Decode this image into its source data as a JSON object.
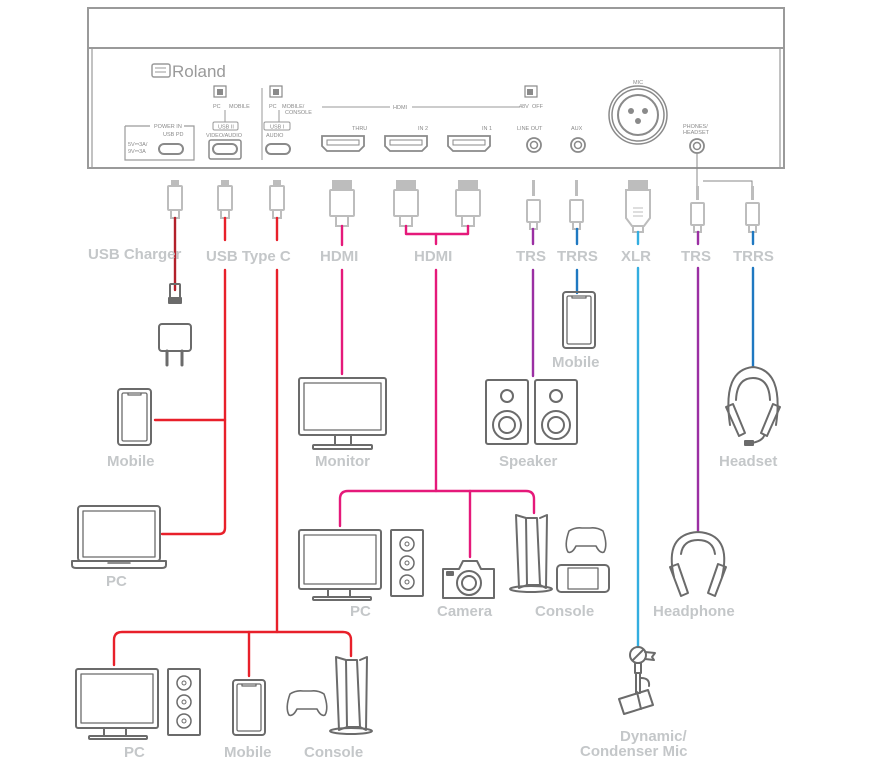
{
  "device": {
    "brand": "Roland",
    "switches": [
      {
        "id": "usb2",
        "options": [
          "PC",
          "MOBILE"
        ]
      },
      {
        "id": "usb1",
        "options": [
          "PC",
          "MOBILE/",
          "CONSOLE"
        ]
      },
      {
        "id": "phantom",
        "options": [
          "48V",
          "OFF"
        ]
      }
    ],
    "ports": {
      "power_group": "POWER IN",
      "power_sub": "USB PD",
      "power_spec_1": "5V⎓3A/",
      "power_spec_2": "9V⎓3A",
      "usb2_badge": "USB II",
      "usb2_label": "VIDEO/AUDIO",
      "usb1_badge": "USB I",
      "usb1_label": "AUDIO",
      "hdmi_group": "HDMI",
      "hdmi_thru": "THRU",
      "hdmi_in2": "IN 2",
      "hdmi_in1": "IN 1",
      "line_out": "LINE OUT",
      "aux": "AUX",
      "mic": "MIC",
      "phones_1": "PHONES/",
      "phones_2": "HEADSET"
    }
  },
  "colors": {
    "usb_charger": "#b3202a",
    "usb_c": "#e8202a",
    "hdmi": "#e5197a",
    "trs": "#9b2fa3",
    "trrs": "#1f78c1",
    "xlr": "#33aee0",
    "label": "#c4c7c9",
    "icon": "#6b6b6b",
    "plug": "#bdbdbd"
  },
  "cable_labels": {
    "usb_charger": "USB Charger",
    "usb_type_c": "USB Type C",
    "hdmi_thru": "HDMI",
    "hdmi_in": "HDMI",
    "trs_line": "TRS",
    "trrs_aux": "TRRS",
    "xlr": "XLR",
    "trs_phones": "TRS",
    "trrs_phones": "TRRS"
  },
  "devices": {
    "mobile_usb2": "Mobile",
    "pc_laptop": "PC",
    "monitor": "Monitor",
    "pc_hdmi": "PC",
    "camera": "Camera",
    "console_hdmi": "Console",
    "speaker": "Speaker",
    "mobile_aux": "Mobile",
    "headset": "Headset",
    "headphone": "Headphone",
    "mic_1": "Dynamic/",
    "mic_2": "Condenser Mic",
    "pc_usb1": "PC",
    "mobile_usb1": "Mobile",
    "console_usb1": "Console"
  }
}
